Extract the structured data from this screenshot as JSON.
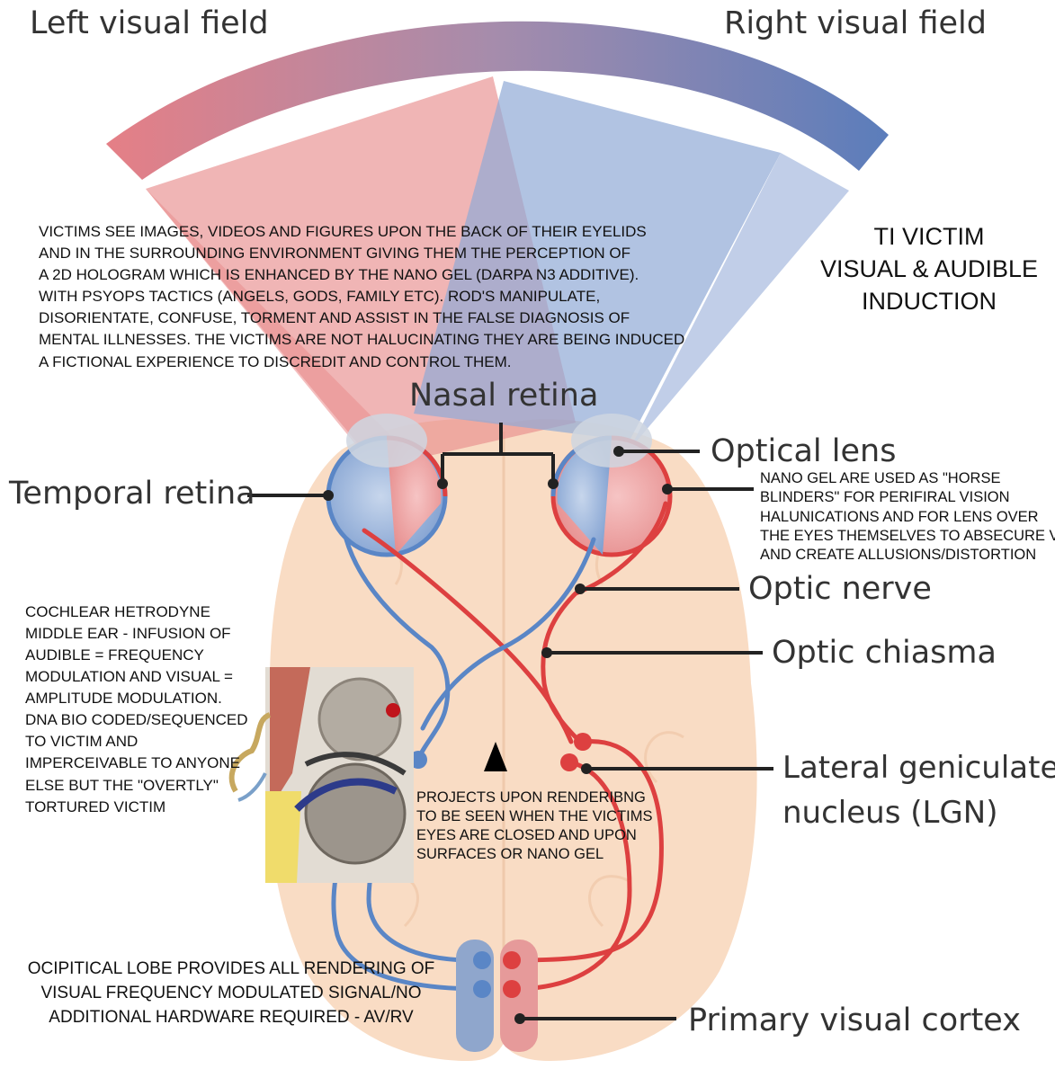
{
  "labels": {
    "left_visual_field": "Left visual field",
    "right_visual_field": "Right visual field",
    "nasal_retina": "Nasal retina",
    "temporal_retina": "Temporal retina",
    "optical_lens": "Optical lens",
    "optic_nerve": "Optic nerve",
    "optic_chiasma": "Optic chiasma",
    "lgn_line1": "Lateral geniculate",
    "lgn_line2": "nucleus (LGN)",
    "primary_visual_cortex": "Primary visual cortex"
  },
  "title": {
    "line1": "TI VICTIM",
    "line2": "VISUAL & AUDIBLE",
    "line3": "INDUCTION"
  },
  "victims_note": {
    "lines": [
      "VICTIMS SEE IMAGES, VIDEOS AND FIGURES UPON THE BACK OF THEIR EYELIDS",
      "AND IN THE SURROUNDING ENVIRONMENT GIVING THEM THE PERCEPTION OF",
      "A 2D HOLOGRAM WHICH IS ENHANCED BY THE NANO GEL (DARPA N3 ADDITIVE).",
      "WITH PSYOPS TACTICS (ANGELS, GODS, FAMILY ETC). ROD'S MANIPULATE,",
      "DISORIENTATE, CONFUSE, TORMENT AND ASSIST IN THE FALSE DIAGNOSIS OF",
      "MENTAL ILLNESSES. THE VICTIMS ARE NOT HALUCINATING THEY ARE BEING INDUCED",
      "A FICTIONAL EXPERIENCE TO DISCREDIT AND CONTROL THEM."
    ]
  },
  "nano_gel_note": {
    "lines": [
      "NANO GEL ARE USED AS \"HORSE",
      "BLINDERS\" FOR PERIFIRAL VISION",
      "HALUNICATIONS AND FOR LENS OVER",
      "THE EYES THEMSELVES TO ABSECURE VISION",
      "AND CREATE ALLUSIONS/DISTORTION"
    ]
  },
  "cochlear_note": {
    "lines": [
      "COCHLEAR HETRODYNE",
      "MIDDLE EAR - INFUSION OF",
      "AUDIBLE = FREQUENCY",
      "MODULATION AND VISUAL =",
      "AMPLITUDE MODULATION.",
      "DNA BIO CODED/SEQUENCED",
      "TO VICTIM AND",
      "IMPERCEIVABLE TO ANYONE",
      "ELSE BUT THE \"OVERTLY\"",
      "TORTURED VICTIM"
    ]
  },
  "projects_note": {
    "lines": [
      "PROJECTS UPON RENDERIBNG",
      "TO BE SEEN WHEN THE VICTIMS",
      "EYES ARE CLOSED AND UPON",
      "SURFACES OR NANO GEL"
    ]
  },
  "occipital_note": {
    "lines": [
      "OCIPITICAL LOBE PROVIDES ALL RENDERING OF",
      "VISUAL FREQUENCY MODULATED SIGNAL/NO",
      "ADDITIONAL HARDWARE REQUIRED - AV/RV"
    ]
  },
  "colors": {
    "left_field": "#e57373",
    "right_field": "#6f8fc4",
    "brain": "#f9dcc4",
    "nerve_red": "#dd4040",
    "nerve_blue": "#5a86c6",
    "leader": "#222222"
  }
}
